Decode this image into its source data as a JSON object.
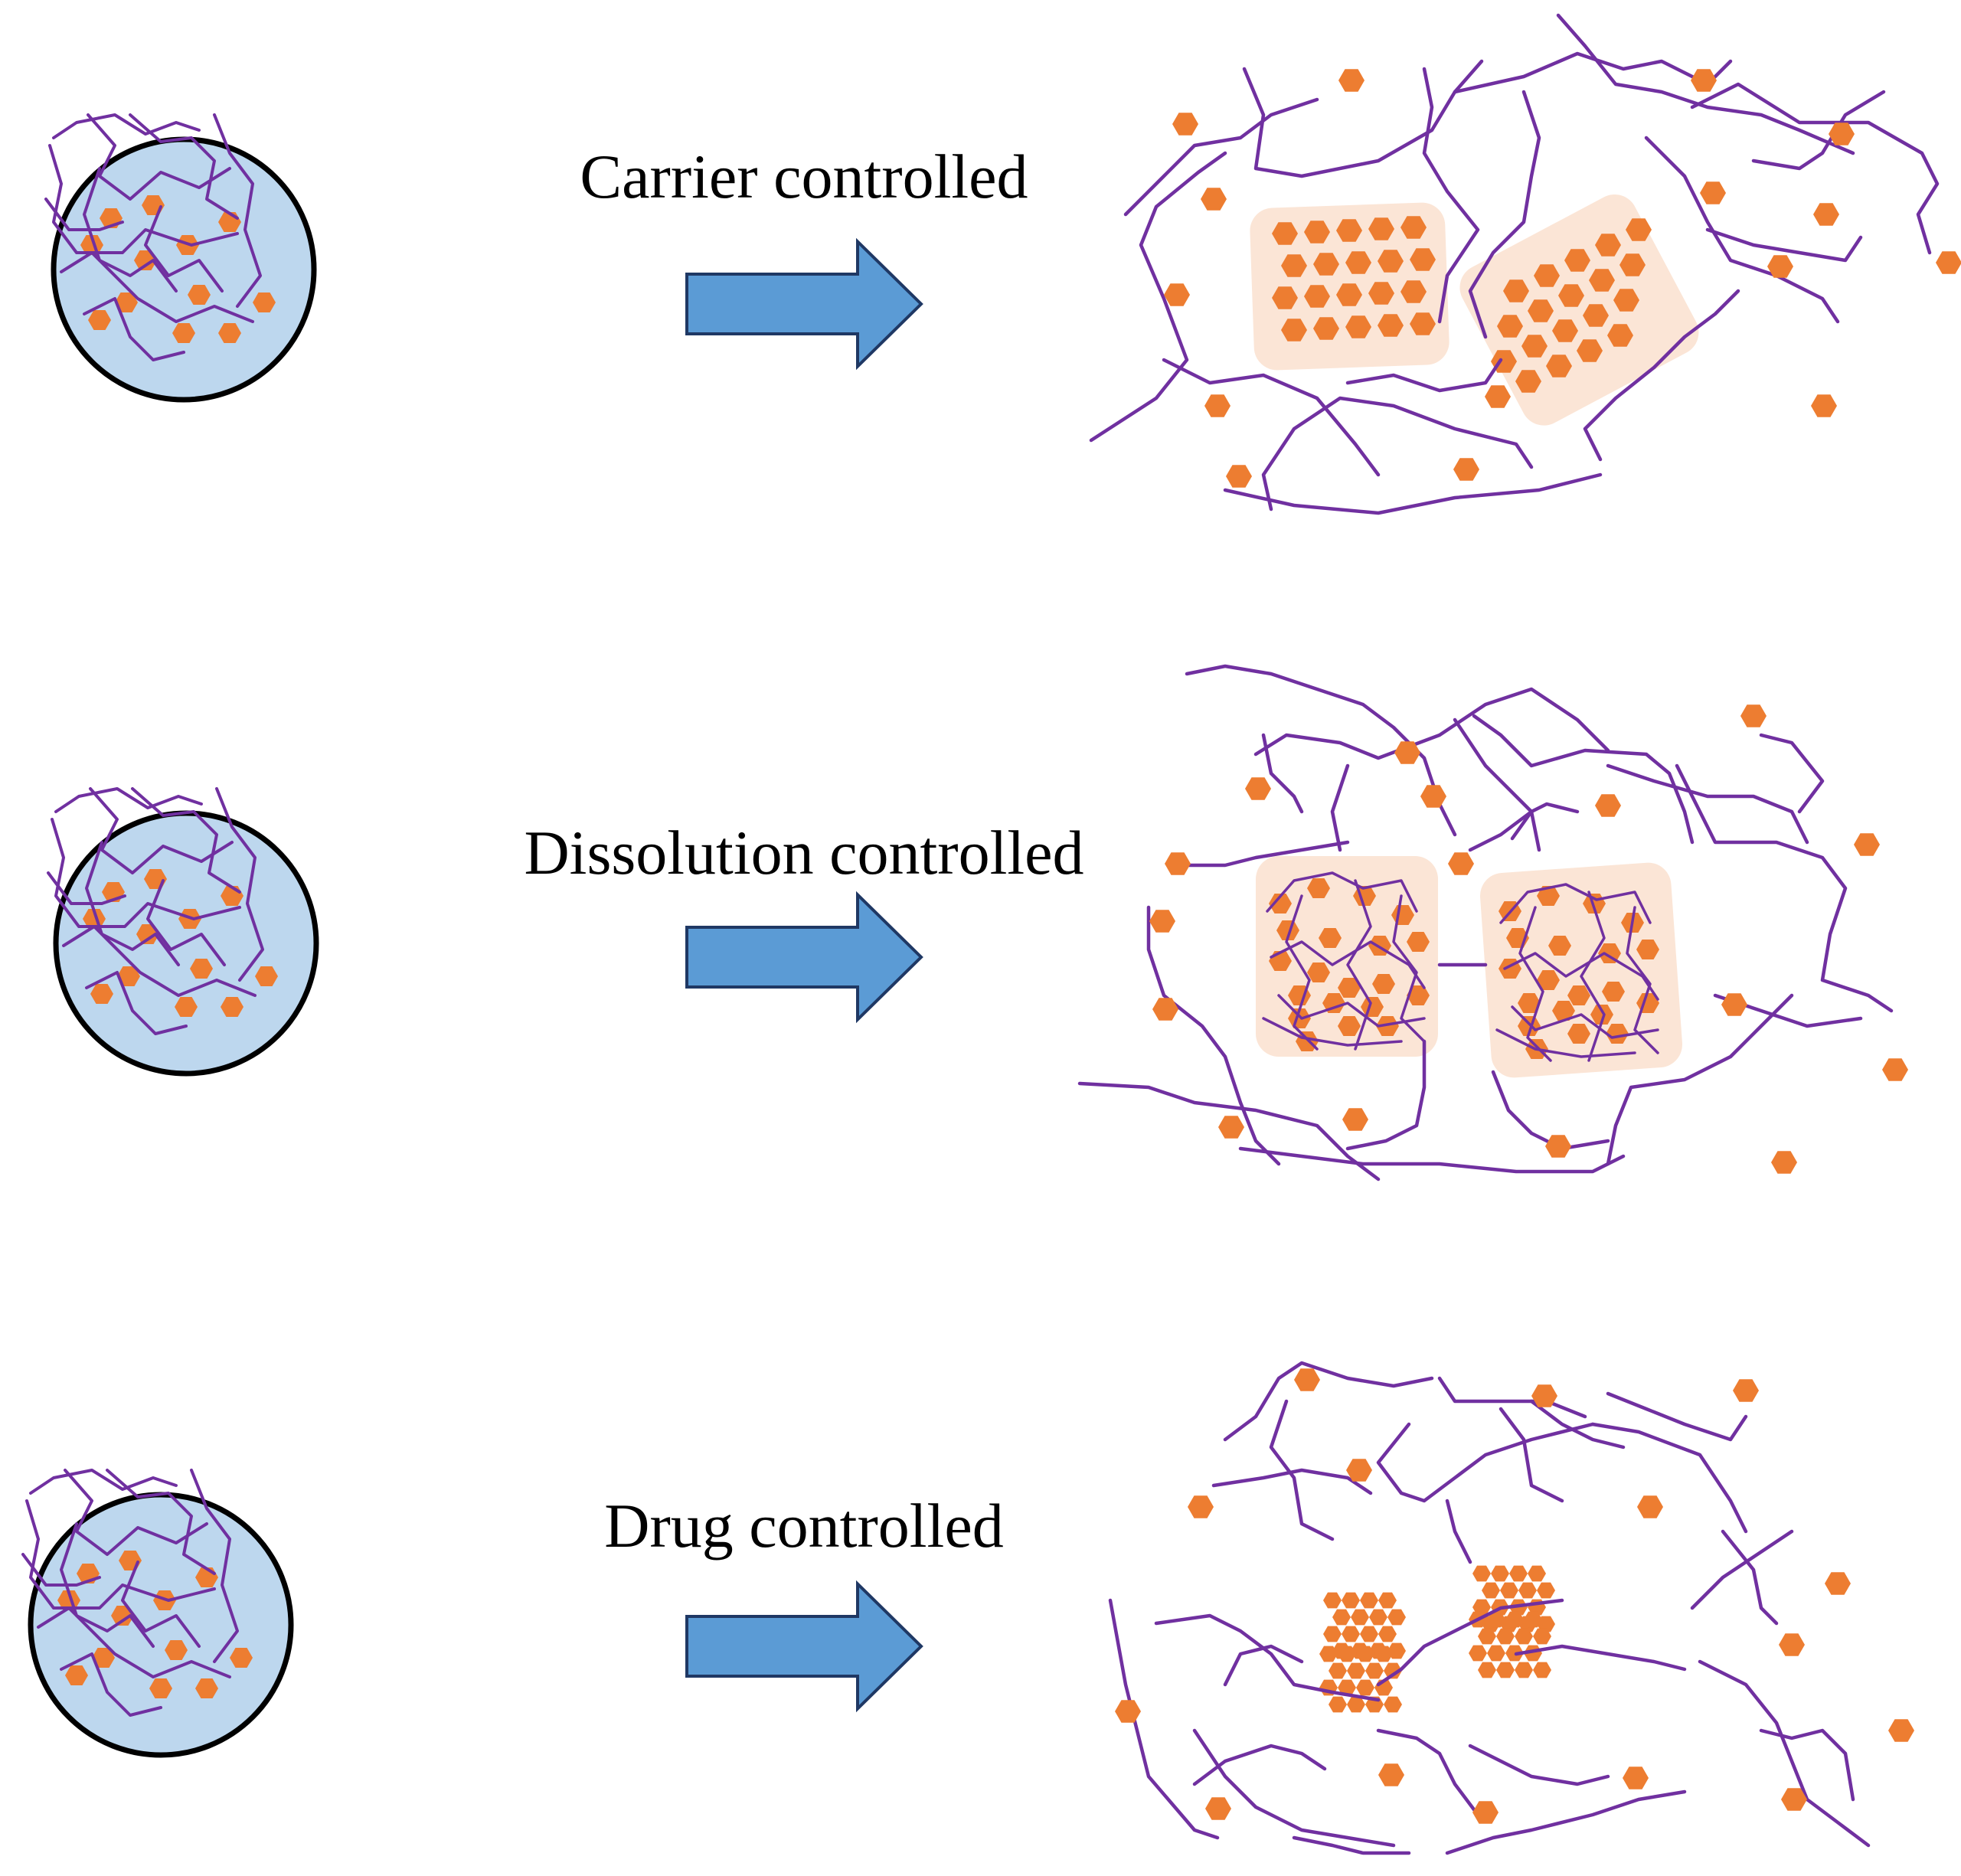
{
  "panels": [
    {
      "id": "carrier",
      "label": "Carrier controlled",
      "release_mode": "carrier-controlled"
    },
    {
      "id": "dissolution",
      "label": "Dissolution controlled",
      "release_mode": "dissolution-controlled"
    },
    {
      "id": "drug",
      "label": "Drug controlled",
      "release_mode": "drug-controlled"
    }
  ],
  "colors": {
    "polymer": "#7030a0",
    "drug": "#ed7d31",
    "particle_fill": "#bdd7ee",
    "particle_outline": "#000000",
    "domain_fill": "#fbe5d6",
    "arrow_fill": "#5b9bd5",
    "arrow_outline": "#1f3864"
  },
  "icons": {
    "drug": "hexagon-icon",
    "particle": "drug-loaded-particle",
    "arrow": "right-arrow-icon"
  }
}
